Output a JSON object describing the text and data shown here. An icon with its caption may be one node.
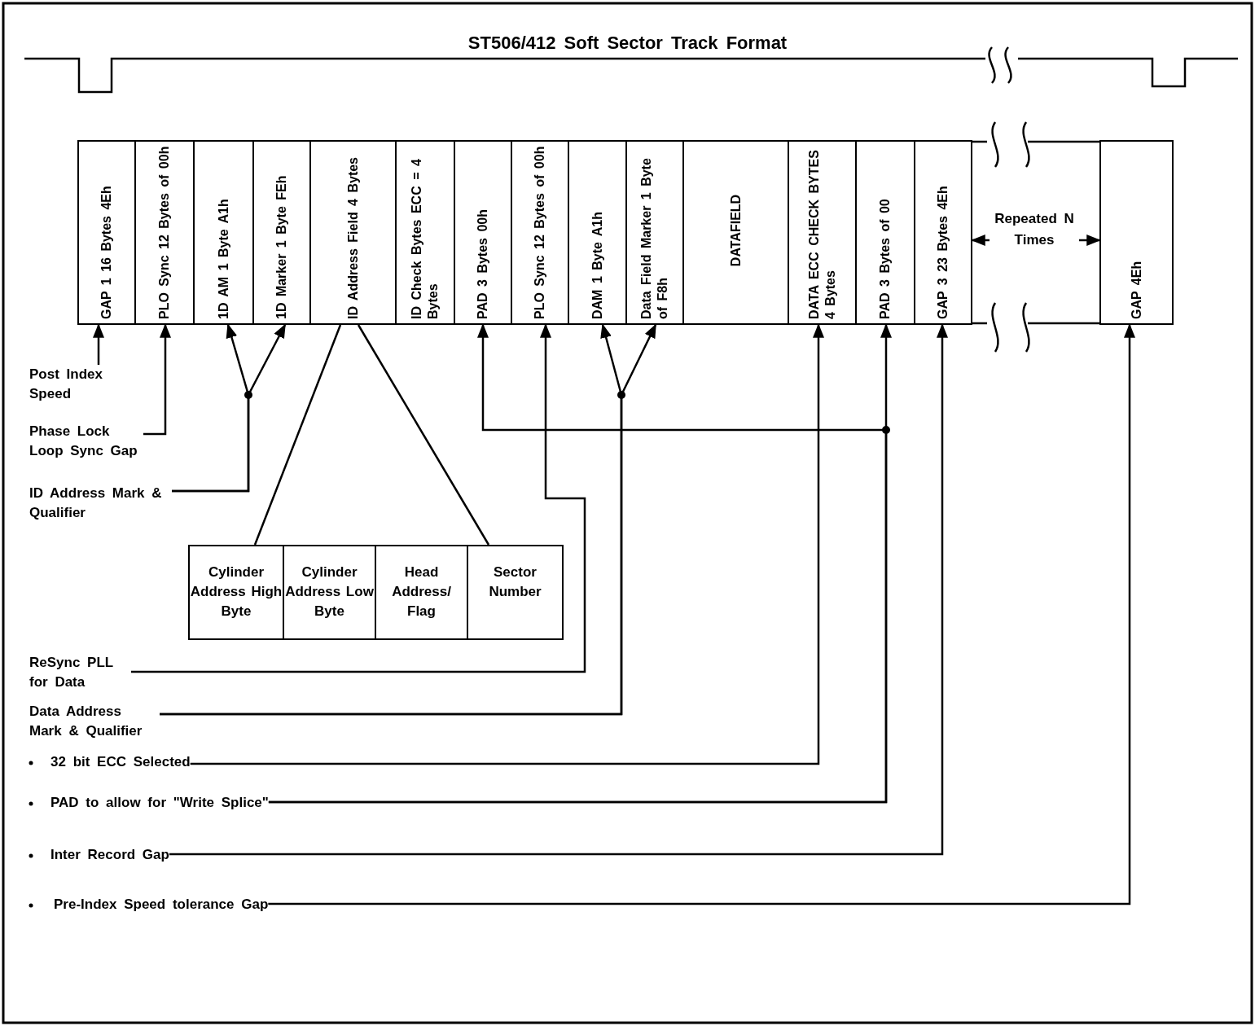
{
  "diagram": {
    "title": "ST506/412 Soft Sector Track Format",
    "nodes": [
      {
        "text": [
          "GAP 1 16 Bytes 4Eh"
        ]
      },
      {
        "text": [
          "PLO Sync 12 Bytes of 00h"
        ]
      },
      {
        "text": [
          "1D AM 1 Byte A1h"
        ]
      },
      {
        "text": [
          "1D Marker 1 Byte FEh"
        ]
      },
      {
        "text": [
          "ID Address Field 4 Bytes"
        ]
      },
      {
        "text": [
          "ID Check Bytes ECC = 4 Bytes"
        ]
      },
      {
        "text": [
          "PAD 3 Bytes 00h"
        ]
      },
      {
        "text": [
          "PLO Sync 12 Bytes of 00h"
        ]
      },
      {
        "text": [
          "DAM 1 Byte A1h"
        ]
      },
      {
        "text": [
          "Data Field Marker 1 Byte of F8h"
        ]
      },
      {
        "text": [
          "DATAFIELD"
        ]
      },
      {
        "text": [
          "DATA ECC CHECK BYTES 4 Bytes"
        ]
      },
      {
        "text": [
          "PAD 3 Bytes of 00"
        ]
      },
      {
        "text": [
          "GAP 3 23 Bytes 4Eh"
        ]
      },
      {
        "text": [
          "Repeated N Times"
        ]
      },
      {
        "text": [
          "GAP 4Eh"
        ]
      },
      {
        "text": [
          "Cylinder Address High Byte"
        ]
      },
      {
        "text": [
          "Cylinder Address Low Byte"
        ]
      },
      {
        "text": [
          "Head Address/ Flag"
        ]
      },
      {
        "text": [
          "Sector Number"
        ]
      },
      {
        "text": [
          "Post Index Speed"
        ]
      },
      {
        "text": [
          "Phase Lock Loop Sync Gap"
        ]
      },
      {
        "text": [
          "ID Address Mark & Qualifier"
        ]
      },
      {
        "text": [
          "ReSync PLL for Data"
        ]
      },
      {
        "text": [
          "Data Address Mark & Qualifier"
        ]
      },
      {
        "text": [
          "32 bit ECC Selected"
        ]
      },
      {
        "text": [
          "PAD to allow for \"Write Splice\""
        ]
      },
      {
        "text": [
          "Inter Record Gap"
        ]
      },
      {
        "text": [
          "Pre-Index Speed tolerance Gap"
        ]
      }
    ],
    "edges": [
      {
        "from": 20,
        "to": 0,
        "arrow": "to"
      },
      {
        "from": 21,
        "to": 1,
        "arrow": "to"
      },
      {
        "from": 22,
        "to": 2,
        "arrow": "to"
      },
      {
        "from": 22,
        "to": 3,
        "arrow": "to"
      },
      {
        "from": 4,
        "to": 16,
        "arrow": "none"
      },
      {
        "from": 4,
        "to": 19,
        "arrow": "none"
      },
      {
        "from": 23,
        "to": 7,
        "arrow": "to"
      },
      {
        "from": 24,
        "to": 8,
        "arrow": "to"
      },
      {
        "from": 24,
        "to": 9,
        "arrow": "to"
      },
      {
        "from": 25,
        "to": 11,
        "arrow": "to"
      },
      {
        "from": 26,
        "to": 6,
        "arrow": "to"
      },
      {
        "from": 26,
        "to": 12,
        "arrow": "to"
      },
      {
        "from": 27,
        "to": 13,
        "arrow": "to"
      },
      {
        "from": 28,
        "to": 15,
        "arrow": "to"
      },
      {
        "from": 14,
        "to": 13,
        "arrow": "to"
      },
      {
        "from": 14,
        "to": 15,
        "arrow": "to"
      }
    ]
  }
}
